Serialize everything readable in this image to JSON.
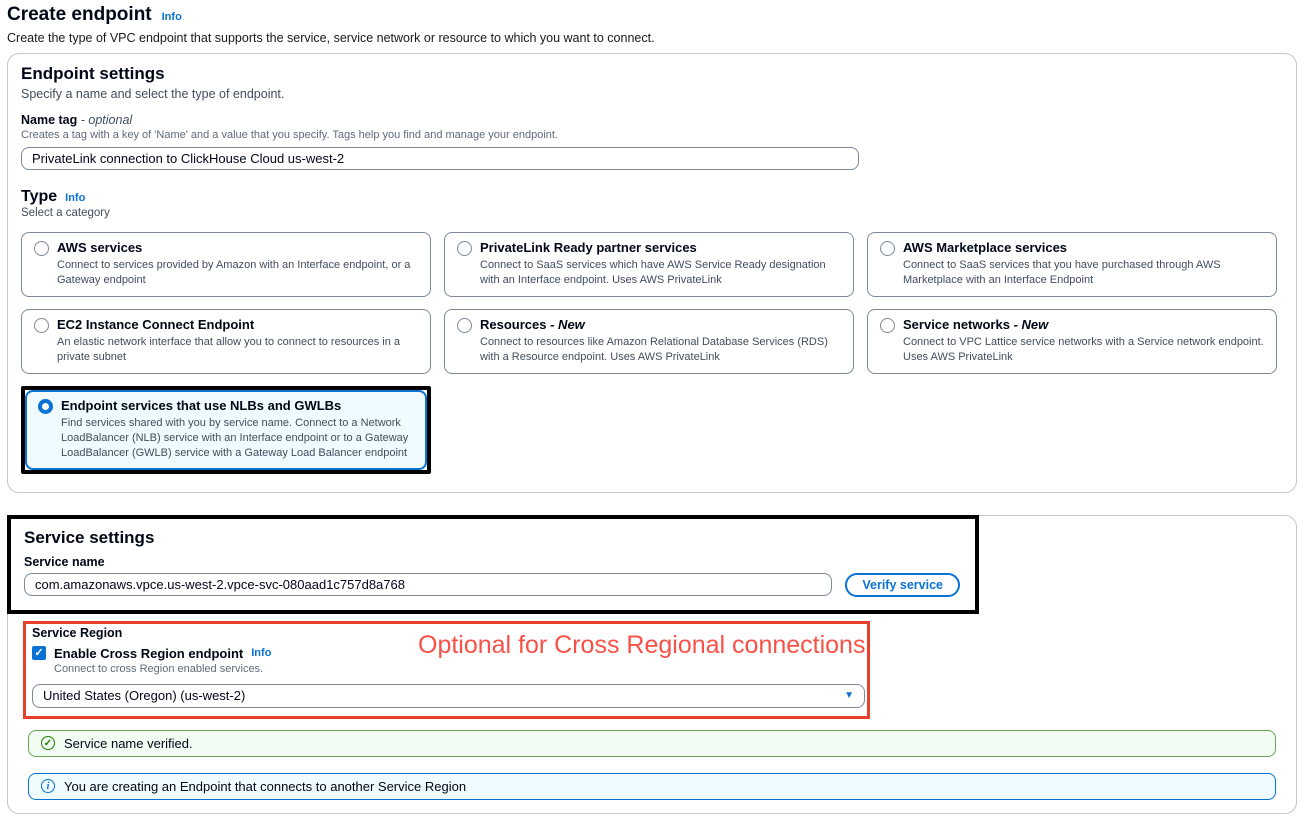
{
  "page": {
    "title": "Create endpoint",
    "title_info": "Info",
    "subtitle": "Create the type of VPC endpoint that supports the service, service network or resource to which you want to connect."
  },
  "endpoint_settings": {
    "heading": "Endpoint settings",
    "description": "Specify a name and select the type of endpoint.",
    "name_tag": {
      "label": "Name tag",
      "label_suffix": "- optional",
      "help": "Creates a tag with a key of 'Name' and a value that you specify. Tags help you find and manage your endpoint.",
      "value": "PrivateLink connection to ClickHouse Cloud us-west-2"
    }
  },
  "type_section": {
    "heading": "Type",
    "info": "Info",
    "description": "Select a category",
    "options": [
      {
        "title": "AWS services",
        "suffix": "",
        "description": "Connect to services provided by Amazon with an Interface endpoint, or a Gateway endpoint",
        "selected": false
      },
      {
        "title": "PrivateLink Ready partner services",
        "suffix": "",
        "description": "Connect to SaaS services which have AWS Service Ready designation with an Interface endpoint. Uses AWS PrivateLink",
        "selected": false
      },
      {
        "title": "AWS Marketplace services",
        "suffix": "",
        "description": "Connect to SaaS services that you have purchased through AWS Marketplace with an Interface Endpoint",
        "selected": false
      },
      {
        "title": "EC2 Instance Connect Endpoint",
        "suffix": "",
        "description": "An elastic network interface that allow you to connect to resources in a private subnet",
        "selected": false
      },
      {
        "title": "Resources",
        "suffix": "- New",
        "description": "Connect to resources like Amazon Relational Database Services (RDS) with a Resource endpoint. Uses AWS PrivateLink",
        "selected": false
      },
      {
        "title": "Service networks",
        "suffix": "- New",
        "description": "Connect to VPC Lattice service networks with a Service network endpoint. Uses AWS PrivateLink",
        "selected": false
      },
      {
        "title": "Endpoint services that use NLBs and GWLBs",
        "suffix": "",
        "description": "Find services shared with you by service name. Connect to a Network LoadBalancer (NLB) service with an Interface endpoint or to a Gateway LoadBalancer (GWLB) service with a Gateway Load Balancer endpoint",
        "selected": true
      }
    ]
  },
  "service_settings": {
    "heading": "Service settings",
    "service_name_label": "Service name",
    "service_name_value": "com.amazonaws.vpce.us-west-2.vpce-svc-080aad1c757d8a768",
    "verify_button": "Verify service",
    "service_region": {
      "label": "Service Region",
      "checkbox_label": "Enable Cross Region endpoint",
      "checkbox_info": "Info",
      "checkbox_checked": true,
      "checkbox_help": "Connect to cross Region enabled services.",
      "region_value": "United States (Oregon) (us-west-2)"
    },
    "success_message": "Service name verified.",
    "info_message": "You are creating an Endpoint that connects to another Service Region"
  },
  "annotations": {
    "cross_region_note": "Optional for Cross Regional connections"
  },
  "icons": {
    "checkbox_check": "✓",
    "success_check": "✓",
    "info_i": "i",
    "dropdown_caret": "▼"
  },
  "colors": {
    "accent_blue": "#0972d3",
    "selected_card_bg": "#f0fbff",
    "success_green": "#67a353",
    "success_bg": "#f2fcf3",
    "info_bg": "#f0fbff",
    "annotation_black": "#000000",
    "annotation_red": "#e7402d",
    "annotation_text_red": "#fa5147"
  }
}
